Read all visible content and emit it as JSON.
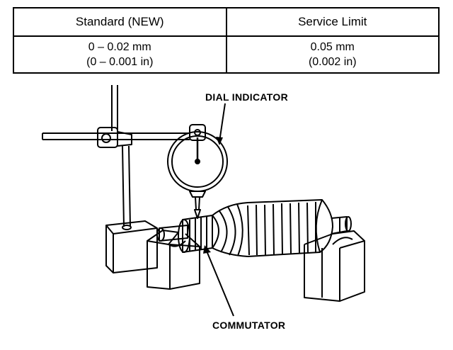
{
  "spec_table": {
    "headers": [
      "Standard (NEW)",
      "Service Limit"
    ],
    "standard": {
      "metric": "0 – 0.02 mm",
      "imperial": "(0 – 0.001 in)"
    },
    "service_limit": {
      "metric": "0.05 mm",
      "imperial": "(0.002 in)"
    }
  },
  "figure": {
    "callouts": {
      "dial_indicator": "DIAL INDICATOR",
      "commutator": "COMMUTATOR"
    }
  }
}
